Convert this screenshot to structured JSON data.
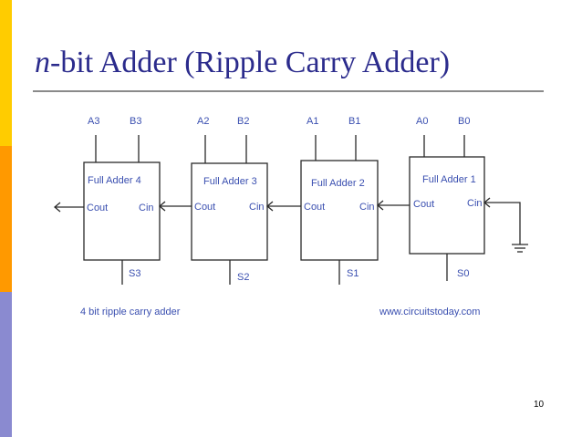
{
  "slide": {
    "title_var": "n",
    "title_rest": "-bit Adder (Ripple Carry Adder)",
    "page_number": "10"
  },
  "diagram": {
    "blocks": [
      {
        "name": "Full Adder 4",
        "a": "A3",
        "b": "B3",
        "cout": "Cout",
        "cin": "Cin",
        "sum": "S3"
      },
      {
        "name": "Full Adder 3",
        "a": "A2",
        "b": "B2",
        "cout": "Cout",
        "cin": "Cin",
        "sum": "S2"
      },
      {
        "name": "Full Adder 2",
        "a": "A1",
        "b": "B1",
        "cout": "Cout",
        "cin": "Cin",
        "sum": "S1"
      },
      {
        "name": "Full Adder 1",
        "a": "A0",
        "b": "B0",
        "cout": "Cout",
        "cin": "Cin",
        "sum": "S0"
      }
    ],
    "caption": "4 bit ripple carry adder",
    "source": "www.circuitstoday.com"
  }
}
